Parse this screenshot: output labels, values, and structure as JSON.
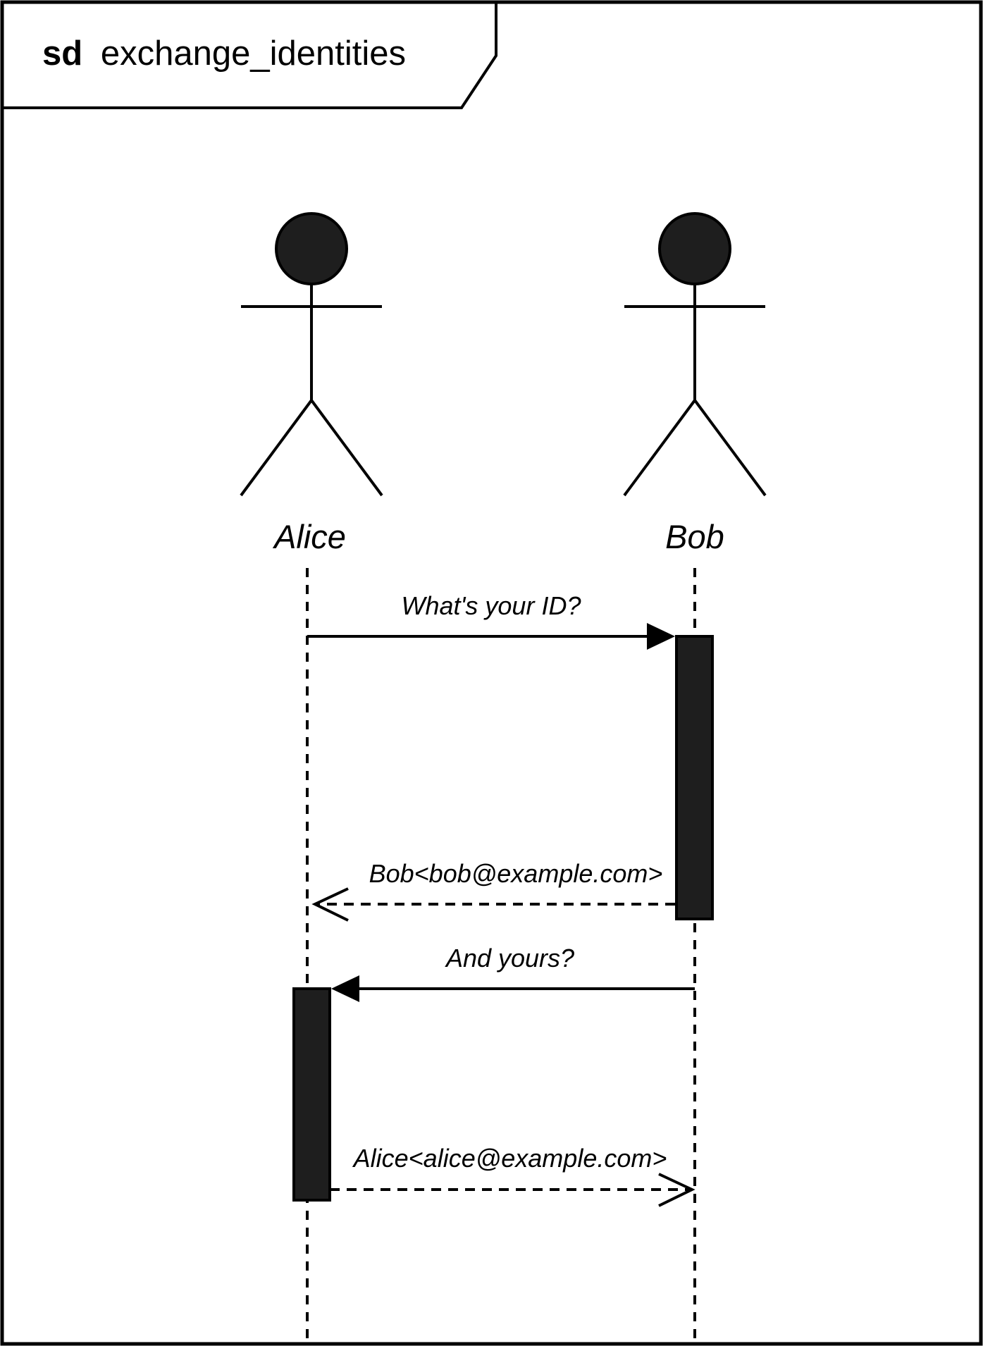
{
  "frame": {
    "keyword": "sd",
    "name": "exchange_identities"
  },
  "actors": [
    {
      "id": "alice",
      "name": "Alice"
    },
    {
      "id": "bob",
      "name": "Bob"
    }
  ],
  "messages": [
    {
      "label": "What's your ID?",
      "from": "Alice",
      "to": "Bob",
      "kind": "synchronous call"
    },
    {
      "label": "Bob<bob@example.com>",
      "from": "Bob",
      "to": "Alice",
      "kind": "reply"
    },
    {
      "label": "And yours?",
      "from": "Bob",
      "to": "Alice",
      "kind": "synchronous call"
    },
    {
      "label": "Alice<alice@example.com>",
      "from": "Alice",
      "to": "Bob",
      "kind": "reply"
    }
  ],
  "colors": {
    "line": "#000000",
    "fill": "#1e1e1e",
    "background": "#ffffff"
  }
}
